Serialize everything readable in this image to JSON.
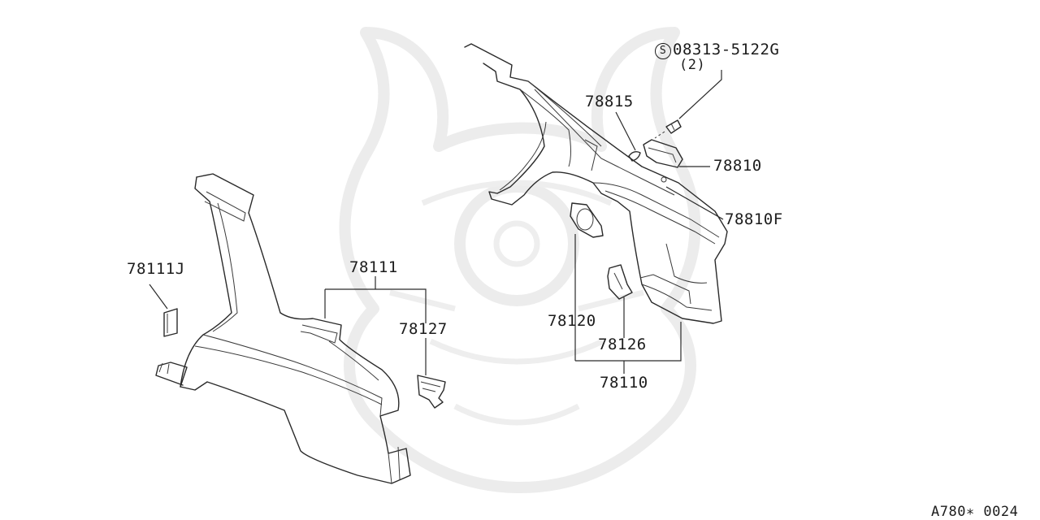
{
  "labels": {
    "screw_prefix": "S",
    "screw_part": "08313-5122G",
    "screw_qty": "(2)",
    "p78815": "78815",
    "p78810": "78810",
    "p78810F": "78810F",
    "p78111J": "78111J",
    "p78111": "78111",
    "p78127": "78127",
    "p78120": "78120",
    "p78126": "78126",
    "p78110": "78110"
  },
  "figure_ref": "A780∗ 0024",
  "colors": {
    "line": "#2a2a2a",
    "watermark": "#ececec",
    "background": "#ffffff"
  }
}
